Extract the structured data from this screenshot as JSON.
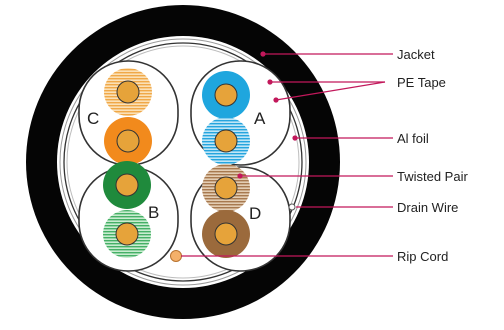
{
  "colors": {
    "jacket": "#050505",
    "pe_tape": "#ffffff",
    "al_foil": "#bdbdbd",
    "drain_wire": "#9a9a9a",
    "leader": "#c2185b",
    "conductor_copper": "#e6a33a",
    "pair_separator": "#333333"
  },
  "labels": {
    "jacket": "Jacket",
    "pe_tape": "PE Tape",
    "al_foil": "Al foil",
    "twisted_pair": "Twisted Pair",
    "drain_wire": "Drain Wire",
    "rip_cord": "Rip Cord"
  },
  "pairs": [
    {
      "letter": "C",
      "solid_color": "#f28a1c",
      "striped_color": "#f5c27d",
      "color_name": "orange"
    },
    {
      "letter": "A",
      "solid_color": "#1fa6de",
      "striped_color": "#1fa6de",
      "color_name": "blue"
    },
    {
      "letter": "B",
      "solid_color": "#1f8a3c",
      "striped_color": "#8cd19a",
      "color_name": "green"
    },
    {
      "letter": "D",
      "solid_color": "#9b6a3c",
      "striped_color": "#c9a47e",
      "color_name": "brown"
    }
  ]
}
